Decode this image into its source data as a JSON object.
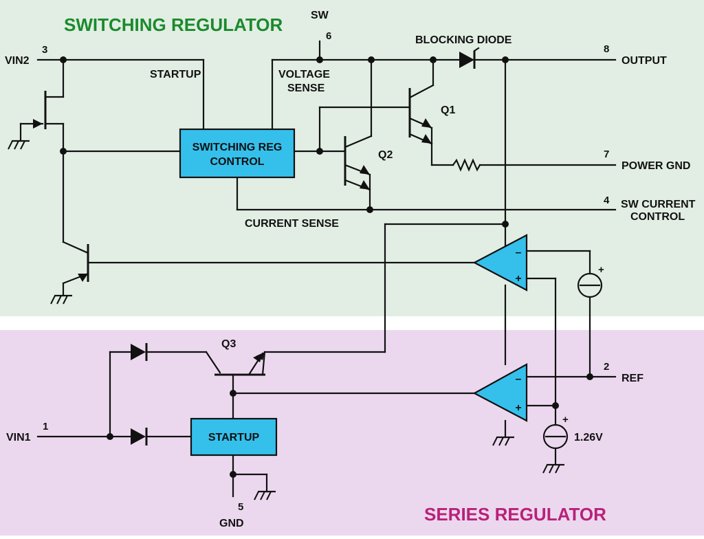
{
  "colors": {
    "switching_bg": "#e2eee4",
    "series_bg": "#ecd8ee",
    "switching_title": "#1b8a2c",
    "series_title": "#b8217a",
    "block_fill": "#35c0ec",
    "wire": "#111111"
  },
  "sections": {
    "switching_title": "SWITCHING REGULATOR",
    "series_title": "SERIES REGULATOR"
  },
  "blocks": {
    "switching_line1": "SWITCHING REG",
    "switching_line2": "CONTROL",
    "startup": "STARTUP"
  },
  "labels": {
    "startup": "STARTUP",
    "voltage_sense_1": "VOLTAGE",
    "voltage_sense_2": "SENSE",
    "current_sense": "CURRENT SENSE",
    "blocking_diode": "BLOCKING DIODE",
    "q1": "Q1",
    "q2": "Q2",
    "q3": "Q3",
    "ref_voltage": "1.26V",
    "opamp_minus": "–",
    "opamp_plus": "+",
    "source_plus": "+"
  },
  "pins": [
    {
      "number": "3",
      "name": "VIN2"
    },
    {
      "number": "6",
      "name": "SW"
    },
    {
      "number": "8",
      "name": "OUTPUT"
    },
    {
      "number": "7",
      "name": "POWER GND"
    },
    {
      "number": "4",
      "name": "SW CURRENT",
      "name2": "CONTROL"
    },
    {
      "number": "2",
      "name": "REF"
    },
    {
      "number": "1",
      "name": "VIN1"
    },
    {
      "number": "5",
      "name": "GND"
    }
  ]
}
